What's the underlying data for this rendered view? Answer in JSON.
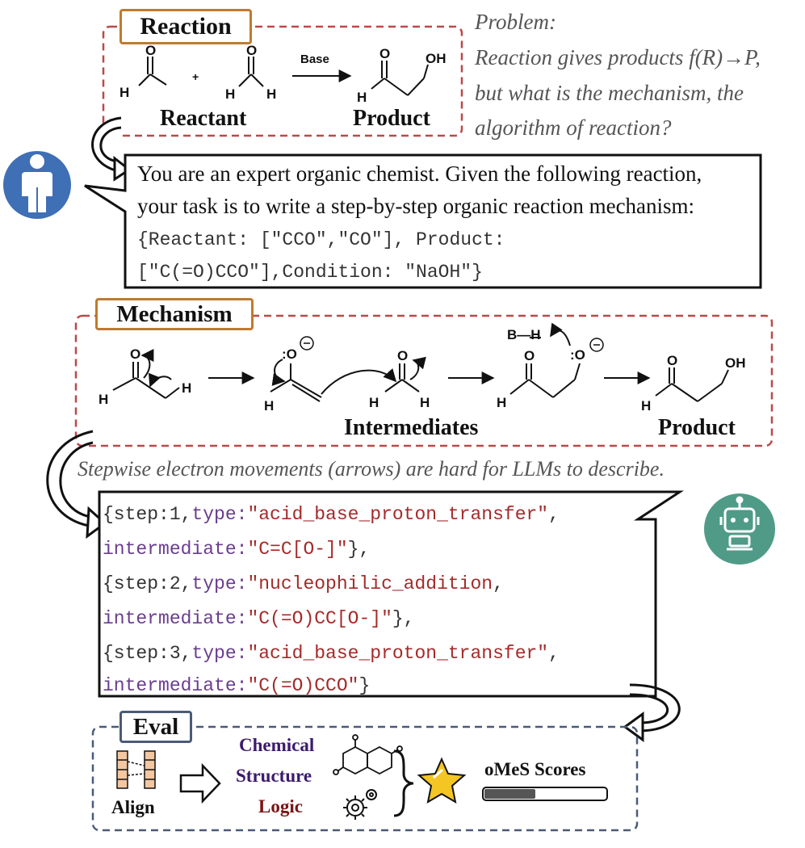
{
  "reaction": {
    "box_label": "Reaction",
    "reactant_label": "Reactant",
    "product_label": "Product",
    "condition": "Base",
    "plus": "+"
  },
  "problem": {
    "lines": [
      "Problem:",
      "Reaction gives products f(R)→P,",
      "but what is the mechanism, the",
      "algorithm of reaction?"
    ]
  },
  "prompt": {
    "line1": "You are an expert organic chemist. Given the following reaction,",
    "line2": "your task is to write a step-by-step organic reaction mechanism:",
    "code1": "{Reactant: [\"CCO\",\"CO\"], Product:",
    "code2": "[\"C(=O)CCO\"],Condition: \"NaOH\"}"
  },
  "mechanism": {
    "box_label": "Mechanism",
    "intermediates_label": "Intermediates",
    "product_label": "Product",
    "base_label": "B—H"
  },
  "note": "Stepwise electron movements (arrows) are hard for LLMs to describe.",
  "steps": [
    {
      "prefix": "{step:1,",
      "type_key": "type:",
      "type_val": "\"acid_base_proton_transfer\"",
      "suffix": ",",
      "int_key": "intermediate:",
      "int_val": "\"C=C[O-]\"",
      "end": "},"
    },
    {
      "prefix": "{step:2,",
      "type_key": "type:",
      "type_val": "\"nucleophilic_addition",
      "suffix": ",",
      "int_key": "intermediate:",
      "int_val": "\"C(=O)CC[O-]\"",
      "end": "},"
    },
    {
      "prefix": "{step:3,",
      "type_key": "type:",
      "type_val": "\"acid_base_proton_transfer\"",
      "suffix": ",",
      "int_key": "intermediate:",
      "int_val": "\"C(=O)CCO\"",
      "end": "}"
    }
  ],
  "eval": {
    "box_label": "Eval",
    "align_label": "Align",
    "chemical": "Chemical",
    "structure": "Structure",
    "logic": "Logic",
    "scores_label": "oMeS Scores",
    "score_fill": 0.42,
    "colors": {
      "chemical": "#3d1a6e",
      "structure": "#3d1a6e",
      "logic": "#7a1414",
      "star": "#f3c623"
    }
  },
  "icons": {
    "user": "user-icon",
    "robot": "robot-icon",
    "star": "star-icon",
    "gear": "gear-icon",
    "molecule": "molecule-icon",
    "align": "align-icon"
  },
  "colors": {
    "user_circle": "#3f6fb5",
    "robot_circle": "#4f9b87",
    "dashed_red": "#b94a48",
    "dashed_blue": "#4a5a78",
    "label_border": "#c07a2c"
  }
}
